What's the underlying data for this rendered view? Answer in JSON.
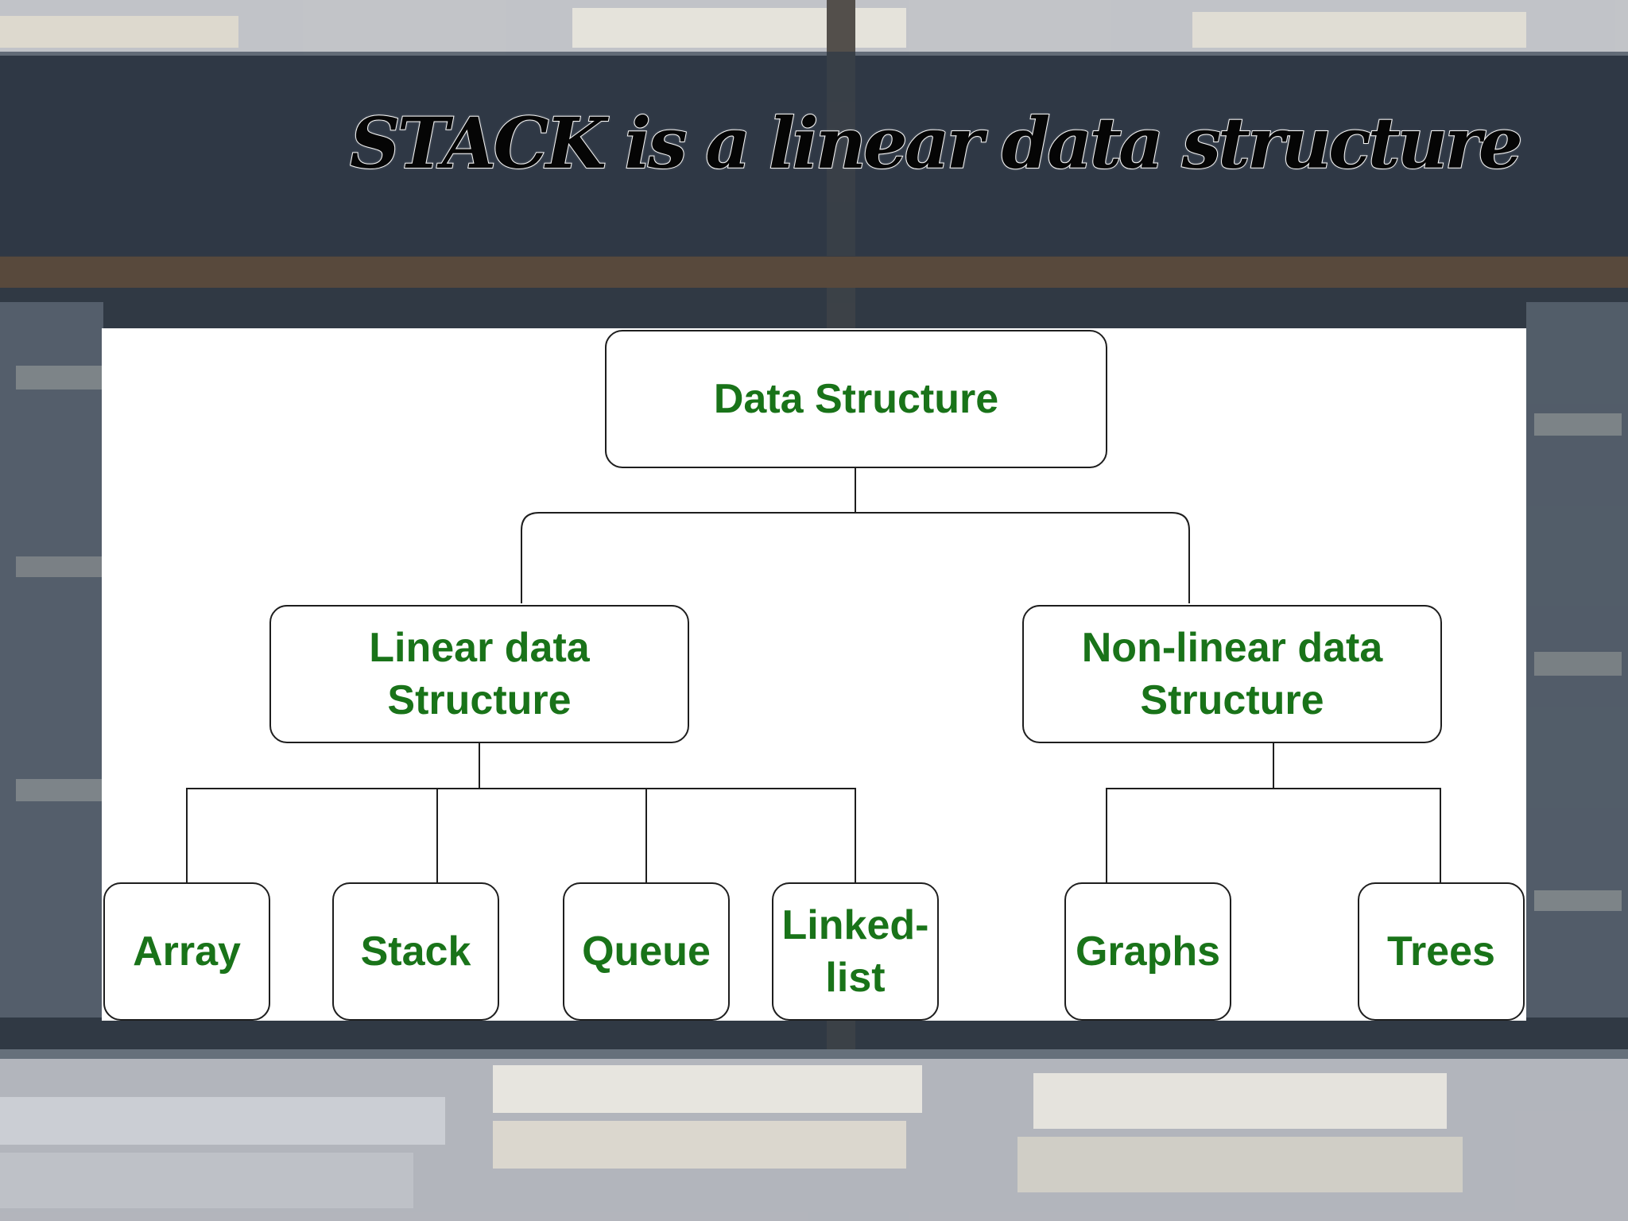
{
  "slide": {
    "title": "STACK is a linear data structure"
  },
  "diagram": {
    "root": {
      "label": "Data Structure"
    },
    "linear": {
      "label": "Linear data\nStructure"
    },
    "nonlinear": {
      "label": "Non-linear data\nStructure"
    },
    "linear_children": [
      {
        "label": "Array"
      },
      {
        "label": "Stack"
      },
      {
        "label": "Queue"
      },
      {
        "label": "Linked-\nlist"
      }
    ],
    "nonlinear_children": [
      {
        "label": "Graphs"
      },
      {
        "label": "Trees"
      }
    ],
    "colors": {
      "label_text": "#197319",
      "box_border": "#1e1e1e",
      "panel": "#ffffff"
    }
  }
}
